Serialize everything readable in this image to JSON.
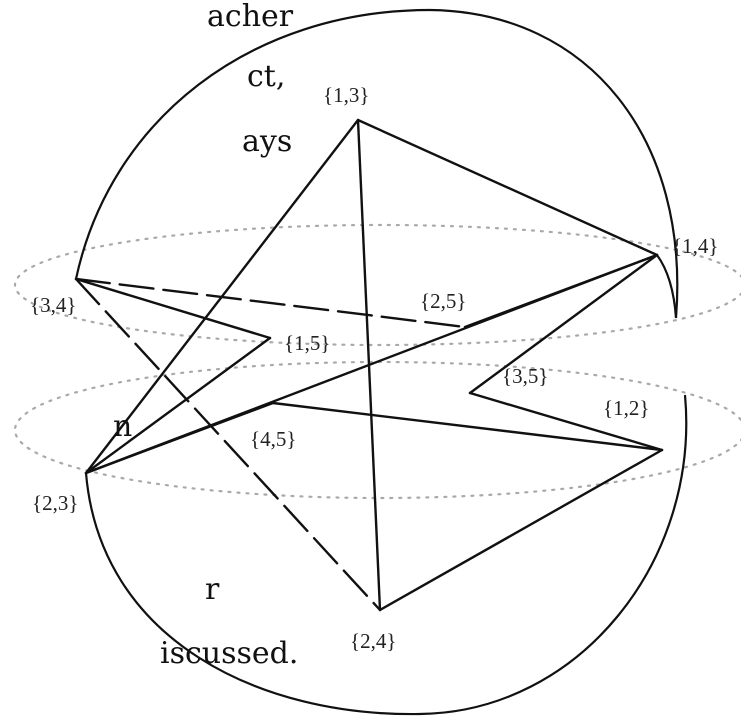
{
  "text_fragments": [
    "acher",
    "ct,",
    "ays",
    "n",
    "r",
    "iscussed."
  ],
  "diagram": {
    "vertices": [
      {
        "id": "v13",
        "label": "{1,3}"
      },
      {
        "id": "v14",
        "label": "{1,4}"
      },
      {
        "id": "v34",
        "label": "{3,4}"
      },
      {
        "id": "v25",
        "label": "{2,5}"
      },
      {
        "id": "v15",
        "label": "{1,5}"
      },
      {
        "id": "v35",
        "label": "{3,5}"
      },
      {
        "id": "v12",
        "label": "{1,2}"
      },
      {
        "id": "v45",
        "label": "{4,5}"
      },
      {
        "id": "v23",
        "label": "{2,3}"
      },
      {
        "id": "v24",
        "label": "{2,4}"
      }
    ],
    "edges": [
      {
        "id": "e13-14",
        "from": "{1,3}",
        "to": "{1,4}"
      },
      {
        "id": "e13-23",
        "from": "{1,3}",
        "to": "{2,3}"
      },
      {
        "id": "e13-24",
        "from": "{1,3}",
        "to": "{2,4}"
      },
      {
        "id": "e34-25",
        "from": "{3,4}",
        "to": "{2,5}"
      },
      {
        "id": "e25-14",
        "from": "{2,5}",
        "to": "{1,4}"
      },
      {
        "id": "e34-15",
        "from": "{3,4}",
        "to": "{1,5}"
      },
      {
        "id": "e15-23",
        "from": "{1,5}",
        "to": "{2,3}"
      },
      {
        "id": "e34-24",
        "from": "{3,4}",
        "to": "{2,4}"
      },
      {
        "id": "e14-35",
        "from": "{1,4}",
        "to": "{3,5}"
      },
      {
        "id": "e35-12",
        "from": "{3,5}",
        "to": "{1,2}"
      },
      {
        "id": "e23-45",
        "from": "{2,3}",
        "to": "{4,5}"
      },
      {
        "id": "e45-12",
        "from": "{4,5}",
        "to": "{1,2}"
      },
      {
        "id": "e14-23",
        "from": "{1,4}",
        "to": "{2,3}"
      },
      {
        "id": "e12-24",
        "from": "{1,2}",
        "to": "{2,4}"
      }
    ]
  }
}
